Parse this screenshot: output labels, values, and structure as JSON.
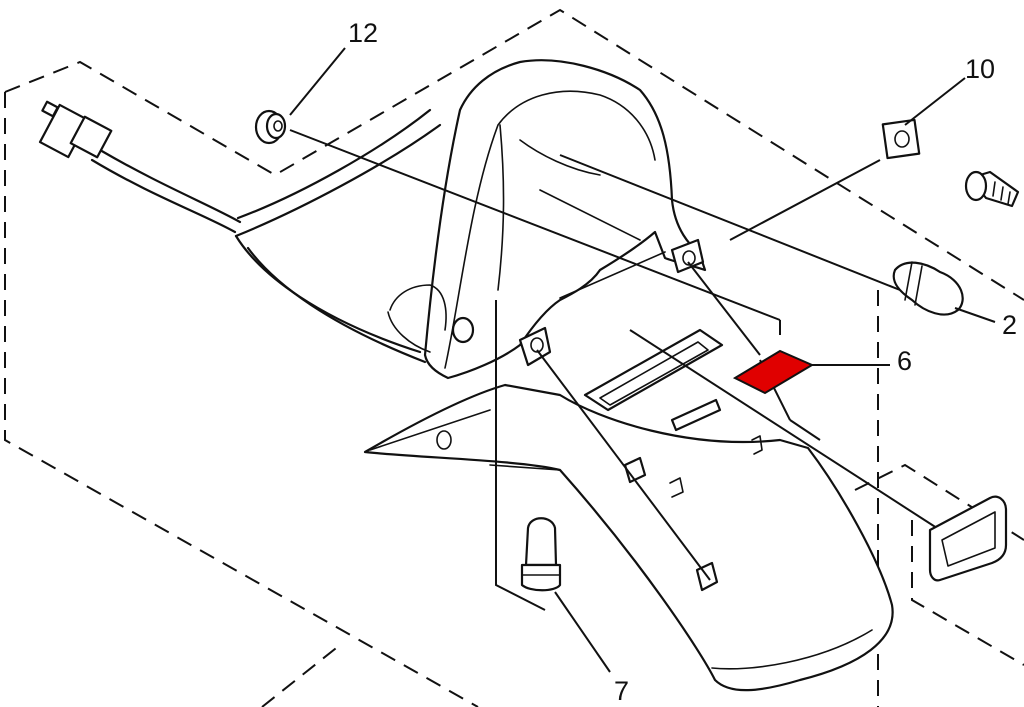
{
  "diagram": {
    "callouts": [
      {
        "id": "12",
        "label": "12"
      },
      {
        "id": "10",
        "label": "10"
      },
      {
        "id": "2",
        "label": "2"
      },
      {
        "id": "6",
        "label": "6"
      },
      {
        "id": "7",
        "label": "7"
      }
    ],
    "colors": {
      "line": "#111111",
      "highlight": "#e00000",
      "background": "#ffffff"
    }
  }
}
